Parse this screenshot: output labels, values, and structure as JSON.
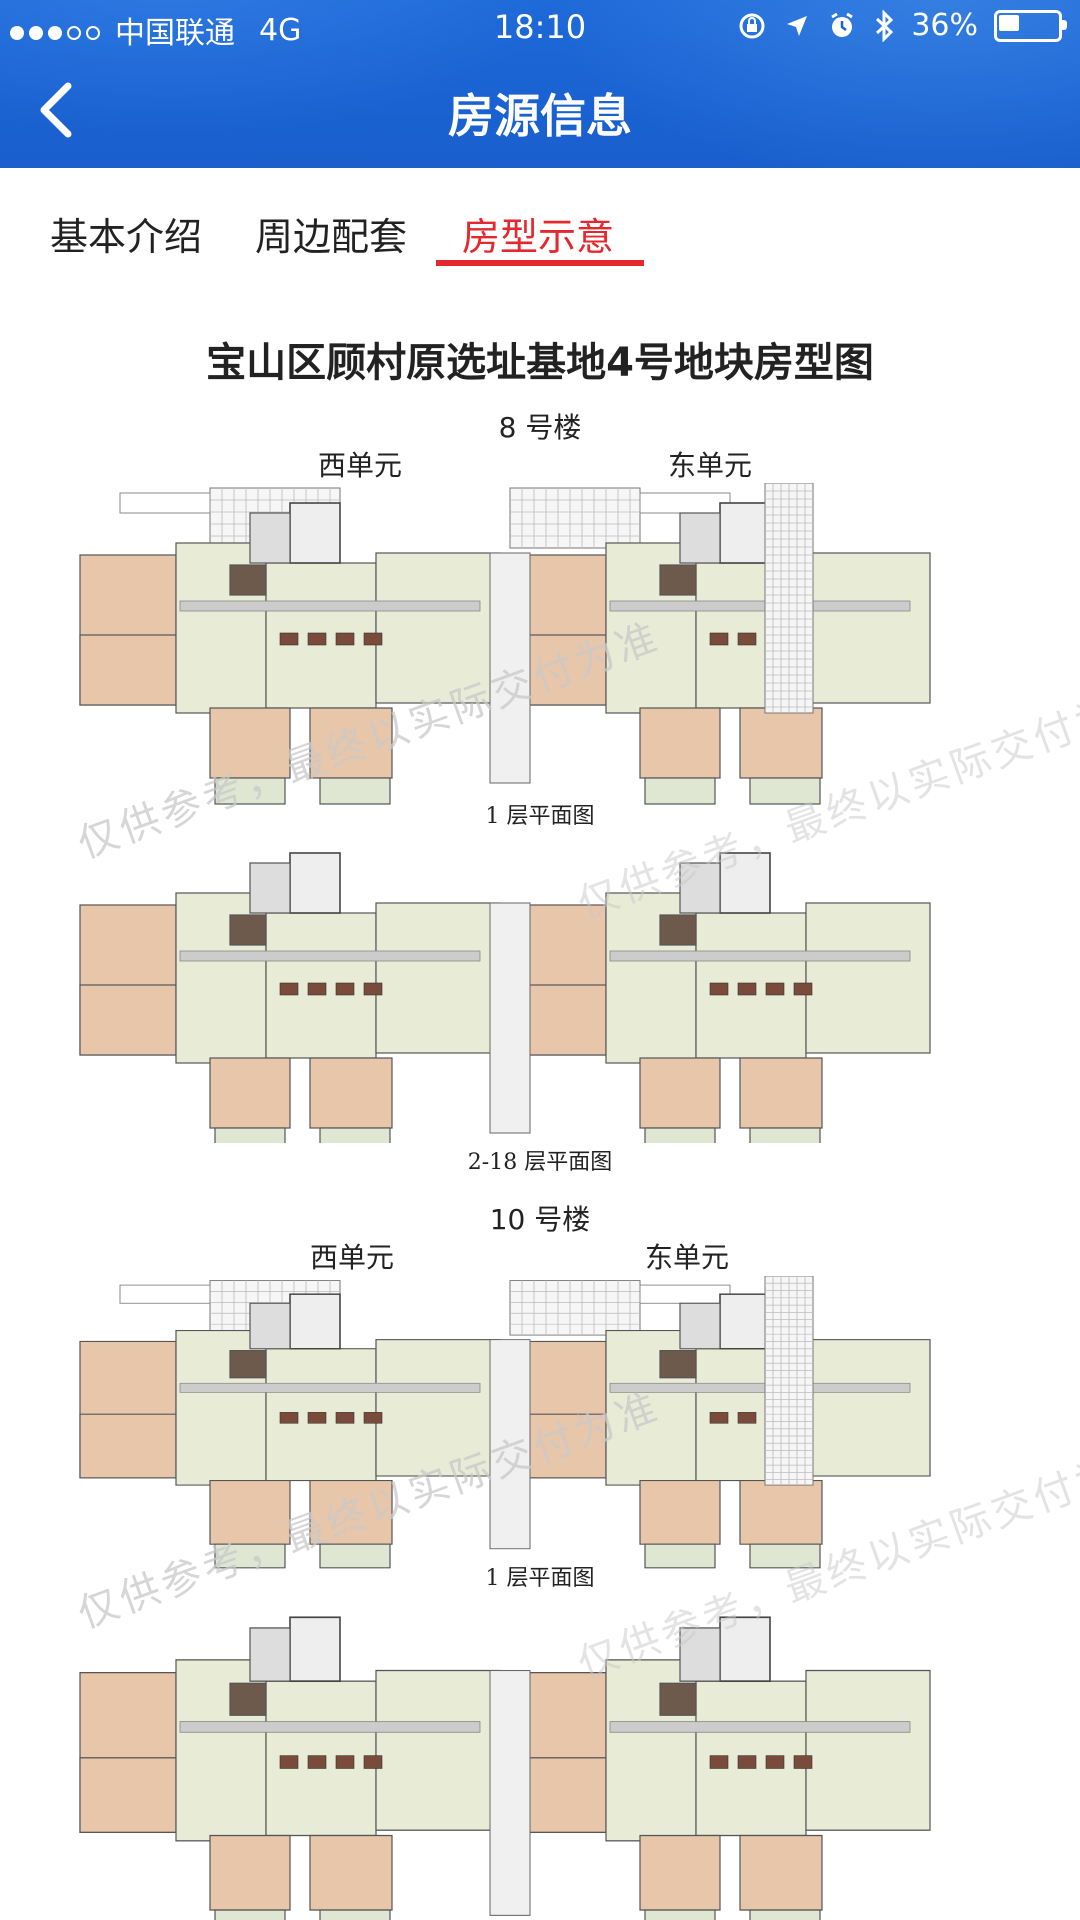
{
  "status_bar": {
    "carrier": "中国联通",
    "network": "4G",
    "time": "18:10",
    "battery_pct": "36%",
    "battery_level": 0.36
  },
  "nav": {
    "title": "房源信息"
  },
  "tabs": [
    {
      "label": "基本介绍",
      "active": false
    },
    {
      "label": "周边配套",
      "active": false
    },
    {
      "label": "房型示意",
      "active": true
    }
  ],
  "content": {
    "title": "宝山区顾村原选址基地4号地块房型图",
    "buildings": [
      {
        "name": "8 号楼",
        "units": [
          "西单元",
          "东单元"
        ],
        "floors": [
          "1 层平面图",
          "2-18 层平面图"
        ]
      },
      {
        "name": "10 号楼",
        "units": [
          "西单元",
          "东单元"
        ],
        "floors": [
          "1 层平面图"
        ]
      }
    ],
    "watermark": "仅供参考，最终以实际交付为准"
  },
  "colors": {
    "header": "#1a62d2",
    "active_tab": "#e5282e",
    "bedroom": "#e8c6a9",
    "room": "#e8ecd6"
  }
}
